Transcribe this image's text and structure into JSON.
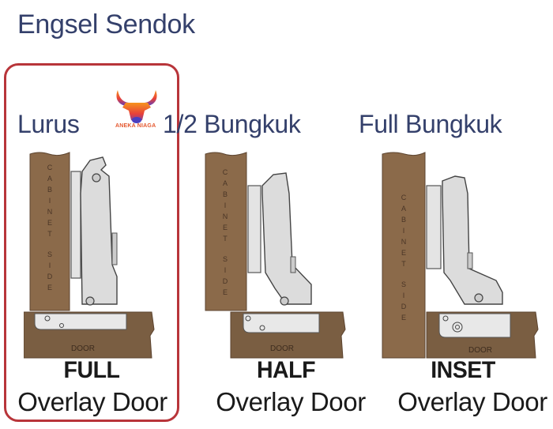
{
  "header": {
    "title": "Engsel Sendok"
  },
  "watermark": {
    "brand": "ANEKA NIAGA",
    "icon": "bull-head-icon"
  },
  "highlight": {
    "selected_index": 0,
    "color": "#b8353a"
  },
  "hinges": [
    {
      "type_label": "Lurus",
      "overlay": "FULL",
      "subtitle": "Overlay Door",
      "cabinet_label": "CABINET SIDE",
      "door_label": "DOOR"
    },
    {
      "type_label": "1/2 Bungkuk",
      "overlay": "HALF",
      "subtitle": "Overlay Door",
      "cabinet_label": "CABINET SIDE",
      "door_label": "DOOR"
    },
    {
      "type_label": "Full Bungkuk",
      "overlay": "INSET",
      "subtitle": "Overlay Door",
      "cabinet_label": "CABINET SIDE",
      "door_label": "DOOR"
    }
  ],
  "colors": {
    "title_text": "#34406b",
    "wood": "#8b6a4a",
    "wood_dark": "#6b5038",
    "metal": "#d9d9d9",
    "metal_outline": "#555555",
    "caption_text": "#1a1a1a"
  }
}
